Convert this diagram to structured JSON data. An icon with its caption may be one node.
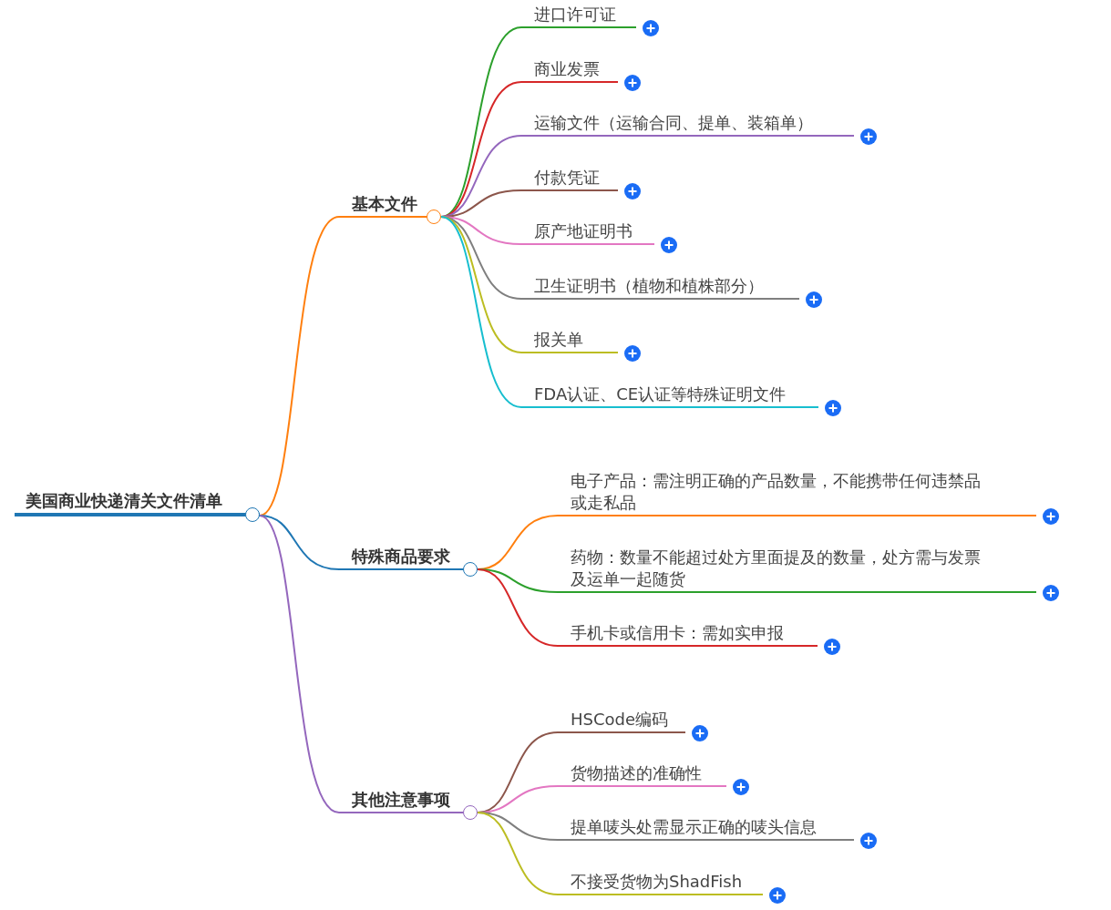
{
  "diagram": {
    "nodes": [
      {
        "text": [
          "美国商业快递清关文件清单"
        ]
      },
      {
        "text": [
          "基本文件"
        ]
      },
      {
        "text": [
          "进口许可证"
        ]
      },
      {
        "text": [
          "商业发票"
        ]
      },
      {
        "text": [
          "运输文件（运输合同、提单、装箱单）"
        ]
      },
      {
        "text": [
          "付款凭证"
        ]
      },
      {
        "text": [
          "原产地证明书"
        ]
      },
      {
        "text": [
          "卫生证明书（植物和植株部分）"
        ]
      },
      {
        "text": [
          "报关单"
        ]
      },
      {
        "text": [
          "FDA认证、CE认证等特殊证明文件"
        ]
      },
      {
        "text": [
          "特殊商品要求"
        ]
      },
      {
        "text": [
          "电子产品：需注明正确的产品数量，不能携带任何违禁品或走私品"
        ]
      },
      {
        "text": [
          "药物：数量不能超过处方里面提及的数量，处方需与发票及运单一起随货"
        ]
      },
      {
        "text": [
          "手机卡或信用卡：需如实申报"
        ]
      },
      {
        "text": [
          "其他注意事项"
        ]
      },
      {
        "text": [
          "HSCode编码"
        ]
      },
      {
        "text": [
          "货物描述的准确性"
        ]
      },
      {
        "text": [
          "提单唛头处需显示正确的唛头信息"
        ]
      },
      {
        "text": [
          "不接受货物为ShadFish"
        ]
      }
    ],
    "edges": [
      {
        "from": 0,
        "to": 1,
        "arrow": "none",
        "color": "#ff7f0e"
      },
      {
        "from": 1,
        "to": 2,
        "arrow": "none",
        "color": "#2ca02c"
      },
      {
        "from": 1,
        "to": 3,
        "arrow": "none",
        "color": "#d62728"
      },
      {
        "from": 1,
        "to": 4,
        "arrow": "none",
        "color": "#9467bd"
      },
      {
        "from": 1,
        "to": 5,
        "arrow": "none",
        "color": "#8c564b"
      },
      {
        "from": 1,
        "to": 6,
        "arrow": "none",
        "color": "#e377c2"
      },
      {
        "from": 1,
        "to": 7,
        "arrow": "none",
        "color": "#7f7f7f"
      },
      {
        "from": 1,
        "to": 8,
        "arrow": "none",
        "color": "#bcbd22"
      },
      {
        "from": 1,
        "to": 9,
        "arrow": "none",
        "color": "#17becf"
      },
      {
        "from": 0,
        "to": 10,
        "arrow": "none",
        "color": "#1f77b4"
      },
      {
        "from": 10,
        "to": 11,
        "arrow": "none",
        "color": "#ff7f0e"
      },
      {
        "from": 10,
        "to": 12,
        "arrow": "none",
        "color": "#2ca02c"
      },
      {
        "from": 10,
        "to": 13,
        "arrow": "none",
        "color": "#d62728"
      },
      {
        "from": 0,
        "to": 14,
        "arrow": "none",
        "color": "#9467bd"
      },
      {
        "from": 14,
        "to": 15,
        "arrow": "none",
        "color": "#8c564b"
      },
      {
        "from": 14,
        "to": 16,
        "arrow": "none",
        "color": "#e377c2"
      },
      {
        "from": 14,
        "to": 17,
        "arrow": "none",
        "color": "#7f7f7f"
      },
      {
        "from": 14,
        "to": 18,
        "arrow": "none",
        "color": "#bcbd22"
      }
    ]
  }
}
